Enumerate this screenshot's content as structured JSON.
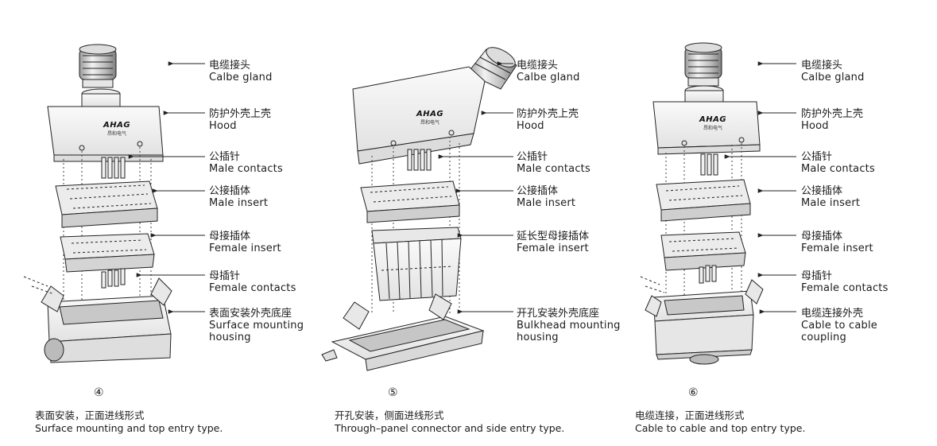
{
  "panels": [
    {
      "id": "4",
      "number": "④",
      "caption_cn": "表面安装，正面进线形式",
      "caption_en": "Surface mounting and top entry type.",
      "labels": [
        {
          "cn": "电缆接头",
          "en": "Calbe gland"
        },
        {
          "cn": "防护外壳上壳",
          "en": "Hood"
        },
        {
          "cn": "公插针",
          "en": "Male contacts"
        },
        {
          "cn": "公接插体",
          "en": "Male insert"
        },
        {
          "cn": "母接插体",
          "en": "Female insert"
        },
        {
          "cn": "母插针",
          "en": "Female contacts"
        },
        {
          "cn": "表面安装外壳底座",
          "en": "Surface mounting",
          "en2": "housing"
        }
      ]
    },
    {
      "id": "5",
      "number": "⑤",
      "caption_cn": "开孔安装，侧面进线形式",
      "caption_en": "Through–panel connector and side entry type.",
      "labels": [
        {
          "cn": "电缆接头",
          "en": "Calbe gland"
        },
        {
          "cn": "防护外壳上壳",
          "en": "Hood"
        },
        {
          "cn": "公插针",
          "en": "Male contacts"
        },
        {
          "cn": "公接插体",
          "en": "Male insert"
        },
        {
          "cn": "延长型母接插体",
          "en": "Female insert"
        },
        {
          "cn": "开孔安装外壳底座",
          "en": "Bulkhead mounting",
          "en2": "housing"
        }
      ]
    },
    {
      "id": "6",
      "number": "⑥",
      "caption_cn": "电缆连接，正面进线形式",
      "caption_en": "Cable to cable and top entry type.",
      "labels": [
        {
          "cn": "电缆接头",
          "en": "Calbe gland"
        },
        {
          "cn": "防护外壳上壳",
          "en": "Hood"
        },
        {
          "cn": "公插针",
          "en": "Male contacts"
        },
        {
          "cn": "公接插体",
          "en": "Male insert"
        },
        {
          "cn": "母接插体",
          "en": "Female insert"
        },
        {
          "cn": "母插针",
          "en": "Female contacts"
        },
        {
          "cn": "电缆连接外壳",
          "en": "Cable to cable",
          "en2": "coupling"
        }
      ]
    }
  ],
  "logo": {
    "brand": "AHAG",
    "sub": "昂和电气"
  },
  "colors": {
    "line": "#222222",
    "fill": "#f4f4f4",
    "shade": "#cfcfcf",
    "dark": "#7a7a7a"
  }
}
